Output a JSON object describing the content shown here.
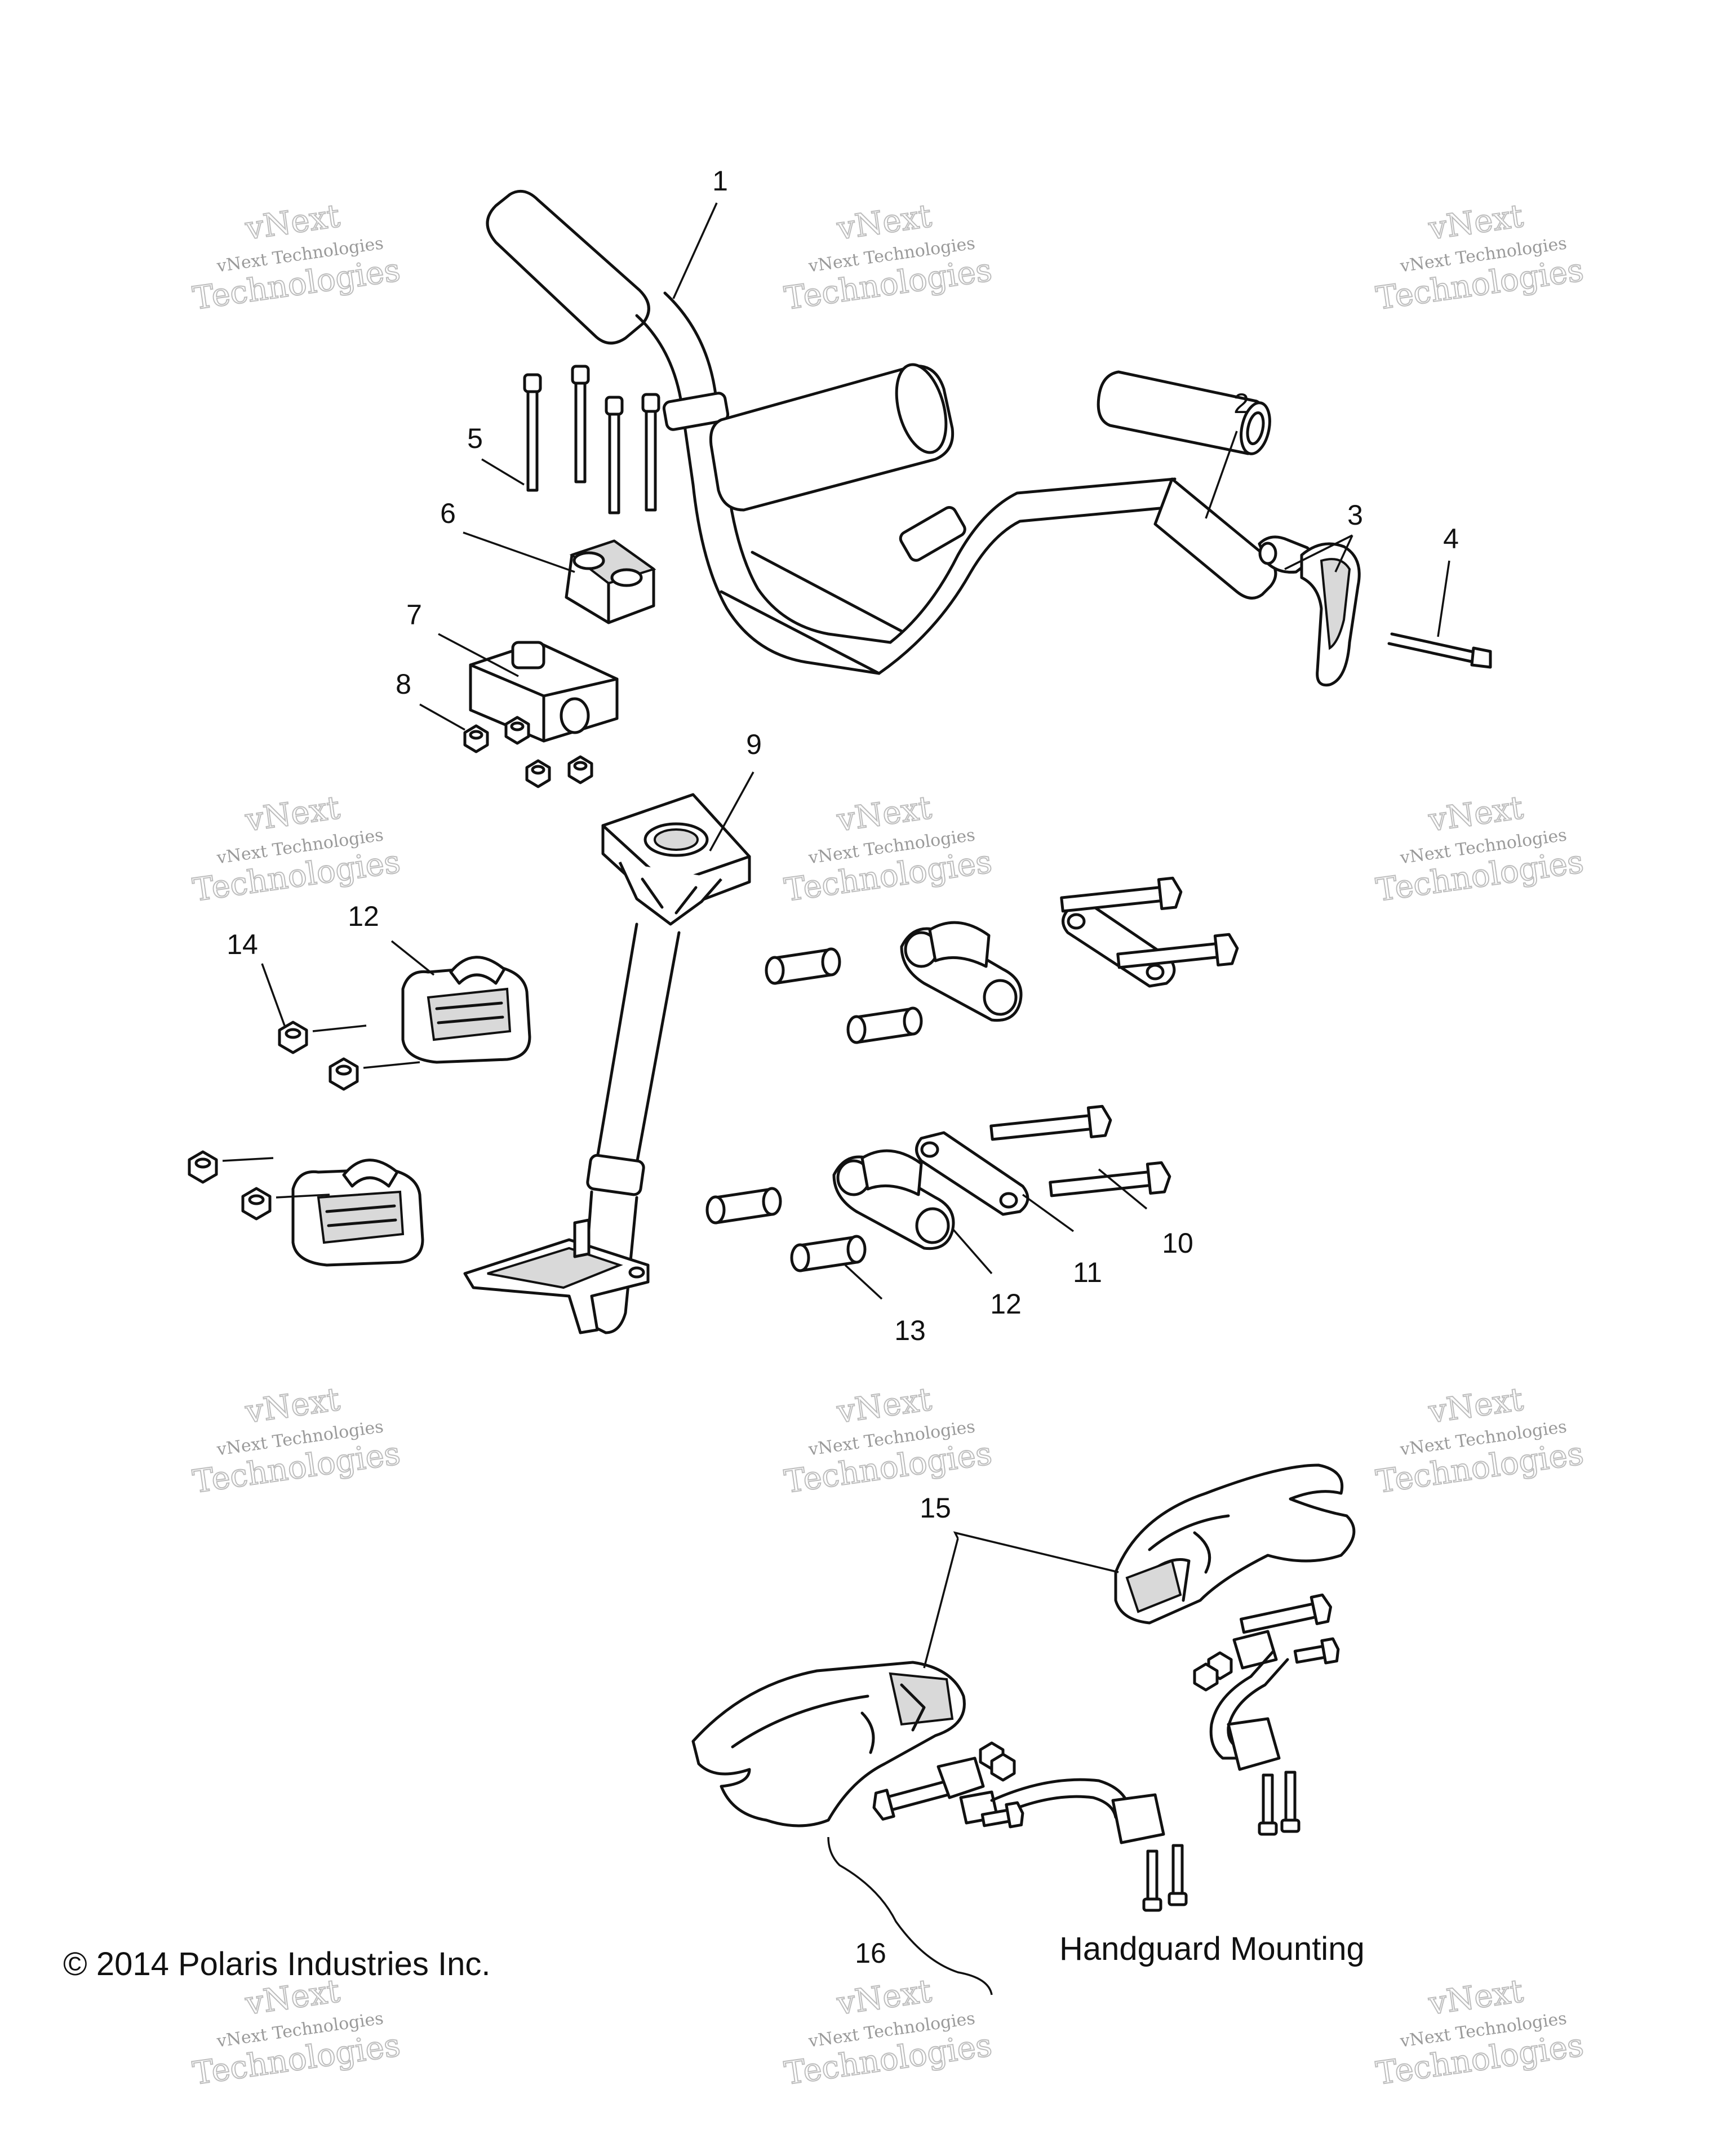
{
  "callouts": [
    "1",
    "2",
    "3",
    "4",
    "5",
    "6",
    "7",
    "8",
    "9",
    "10",
    "11",
    "12",
    "12",
    "13",
    "14",
    "15",
    "16"
  ],
  "section_label": "Handguard Mounting",
  "copyright": "© 2014 Polaris Industries Inc.",
  "watermark": {
    "line1": "vNext",
    "line2": "vNext Technologies",
    "line3": "Technologies"
  }
}
